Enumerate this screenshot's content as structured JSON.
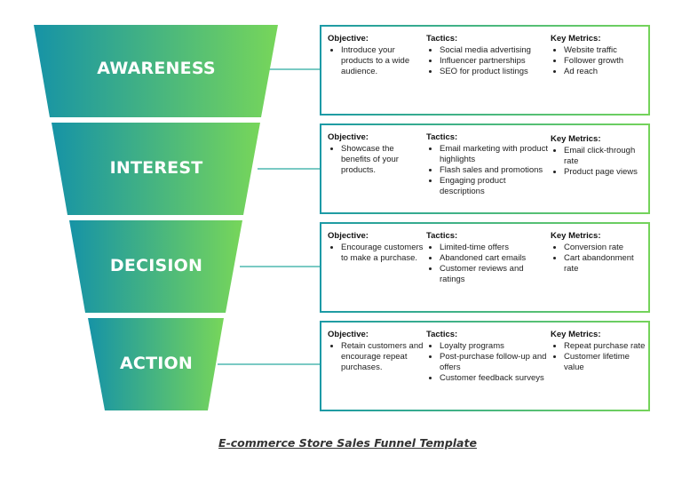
{
  "stages": [
    {
      "label": "AWARENESS",
      "objective_title": "Objective:",
      "objective": [
        "Introduce your products to a wide audience."
      ],
      "tactics_title": "Tactics:",
      "tactics": [
        "Social media advertising",
        "Influencer partnerships",
        "SEO for product listings"
      ],
      "metrics_title": "Key Metrics:",
      "metrics": [
        "Website traffic",
        "Follower growth",
        "Ad reach"
      ]
    },
    {
      "label": "INTEREST",
      "objective_title": "Objective:",
      "objective": [
        "Showcase the benefits of your products."
      ],
      "tactics_title": "Tactics:",
      "tactics": [
        "Email marketing with product highlights",
        "Flash sales and promotions",
        "Engaging product descriptions"
      ],
      "metrics_title": "Key Metrics:",
      "metrics": [
        "Email click-through rate",
        "Product page views"
      ]
    },
    {
      "label": "DECISION",
      "objective_title": "Objective:",
      "objective": [
        "Encourage customers to make a purchase."
      ],
      "tactics_title": "Tactics:",
      "tactics": [
        "Limited-time offers",
        "Abandoned cart emails",
        "Customer reviews and ratings"
      ],
      "metrics_title": "Key Metrics:",
      "metrics": [
        "Conversion rate",
        "Cart abandonment rate"
      ]
    },
    {
      "label": "ACTION",
      "objective_title": "Objective:",
      "objective": [
        "Retain customers and encourage repeat purchases."
      ],
      "tactics_title": "Tactics:",
      "tactics": [
        "Loyalty programs",
        "Post-purchase follow-up and offers",
        "Customer feedback surveys"
      ],
      "metrics_title": "Key Metrics:",
      "metrics": [
        "Repeat purchase rate",
        "Customer lifetime value"
      ]
    }
  ],
  "caption": "E-commerce Store Sales Funnel Template",
  "colors": {
    "gradient_start": "#1693a6",
    "gradient_end": "#77d65a",
    "connector": "#4fb8b0"
  }
}
